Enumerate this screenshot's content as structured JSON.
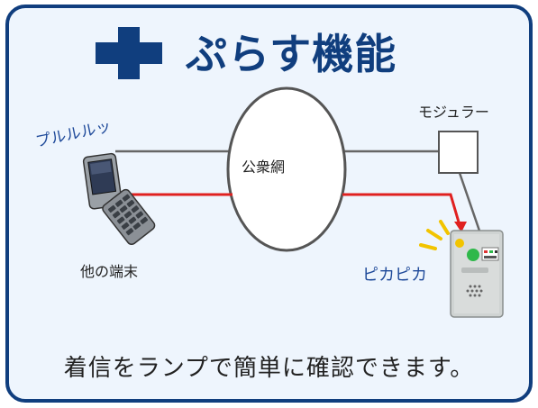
{
  "title": "ぷらす機能",
  "labels": {
    "network": "公衆網",
    "modular": "モジュラー",
    "ring_sound": "プルルルッ",
    "other_phone": "他の端末",
    "flash": "ピカピカ"
  },
  "caption": "着信をランプで簡単に確認できます。",
  "icons": [
    "plus-icon",
    "mobile-phone-icon",
    "lamp-device-icon"
  ],
  "colors": {
    "frame": "#103e7e",
    "background": "#eef5fd",
    "title": "#103e7e",
    "call_line": "#e02020",
    "line": "#666666",
    "accent_text": "#1f4a9a"
  }
}
